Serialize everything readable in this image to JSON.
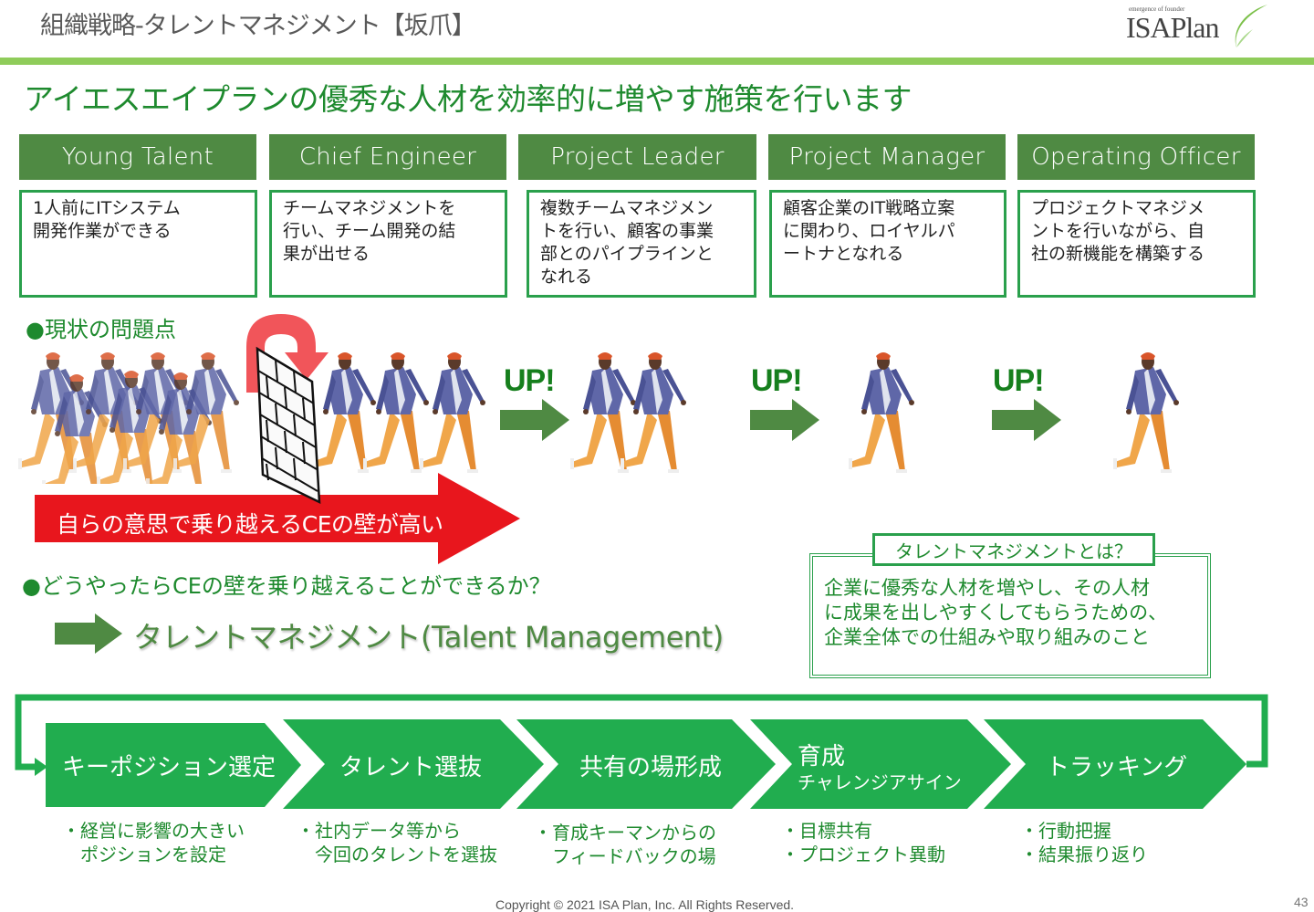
{
  "header": {
    "title": "組織戦略-タレントマネジメント【坂爪】",
    "logo": {
      "tagline": "emergence of founder",
      "name": "ISAPlan"
    }
  },
  "headline": "アイエスエイプランの優秀な人材を効率的に増やす施策を行います",
  "roles": [
    {
      "title": "Young Talent",
      "description": "1人前にITシステム\n開発作業ができる"
    },
    {
      "title": "Chief Engineer",
      "description": "チームマネジメントを\n行い、チーム開発の結\n果が出せる"
    },
    {
      "title": "Project Leader",
      "description": "複数チームマネジメン\nトを行い、顧客の事業\n部とのパイプラインと\nなれる"
    },
    {
      "title": "Project Manager",
      "description": "顧客企業のIT戦略立案\nに関わり、ロイヤルパ\nートナとなれる"
    },
    {
      "title": "Operating Officer",
      "description": "プロジェクトマネジメ\nントを行いながら、自\n社の新機能を構築する"
    }
  ],
  "problem": {
    "label": "●現状の問題点",
    "arrow_text": "自らの意思で乗り越えるCEの壁が高い",
    "up_labels": [
      "UP!",
      "UP!",
      "UP!"
    ]
  },
  "question": {
    "label": "●どうやったらCEの壁を乗り越えることができるか？",
    "answer": "タレントマネジメント(Talent Management)"
  },
  "definition": {
    "title": "タレントマネジメントとは？",
    "body": "企業に優秀な人材を増やし、その人材\nに成果を出しやすくしてもらうための、\n企業全体での仕組みや取り組みのこと"
  },
  "process": {
    "steps": [
      {
        "label": "キーポジション選定",
        "sub": "",
        "note": "・経営に影響の大きい\n　ポジションを設定"
      },
      {
        "label": "タレント選抜",
        "sub": "",
        "note": "・社内データ等から\n　今回のタレントを選抜"
      },
      {
        "label": "共有の場形成",
        "sub": "",
        "note": "・育成キーマンからの\n　フィードバックの場"
      },
      {
        "label": "育成",
        "sub": "チャレンジアサイン",
        "note": "・目標共有\n・プロジェクト異動"
      },
      {
        "label": "トラッキング",
        "sub": "",
        "note": "・行動把握\n・結果振り返り"
      }
    ]
  },
  "colors": {
    "role_header": "#4f8a43",
    "accent_green": "#1e8a2e",
    "process_green": "#21ad4f",
    "header_bar": "#8fcc5a",
    "alert_red": "#e8161d"
  },
  "footer": {
    "copyright": "Copyright © 2021 ISA Plan, Inc. All Rights Reserved.",
    "page_number": "43"
  }
}
